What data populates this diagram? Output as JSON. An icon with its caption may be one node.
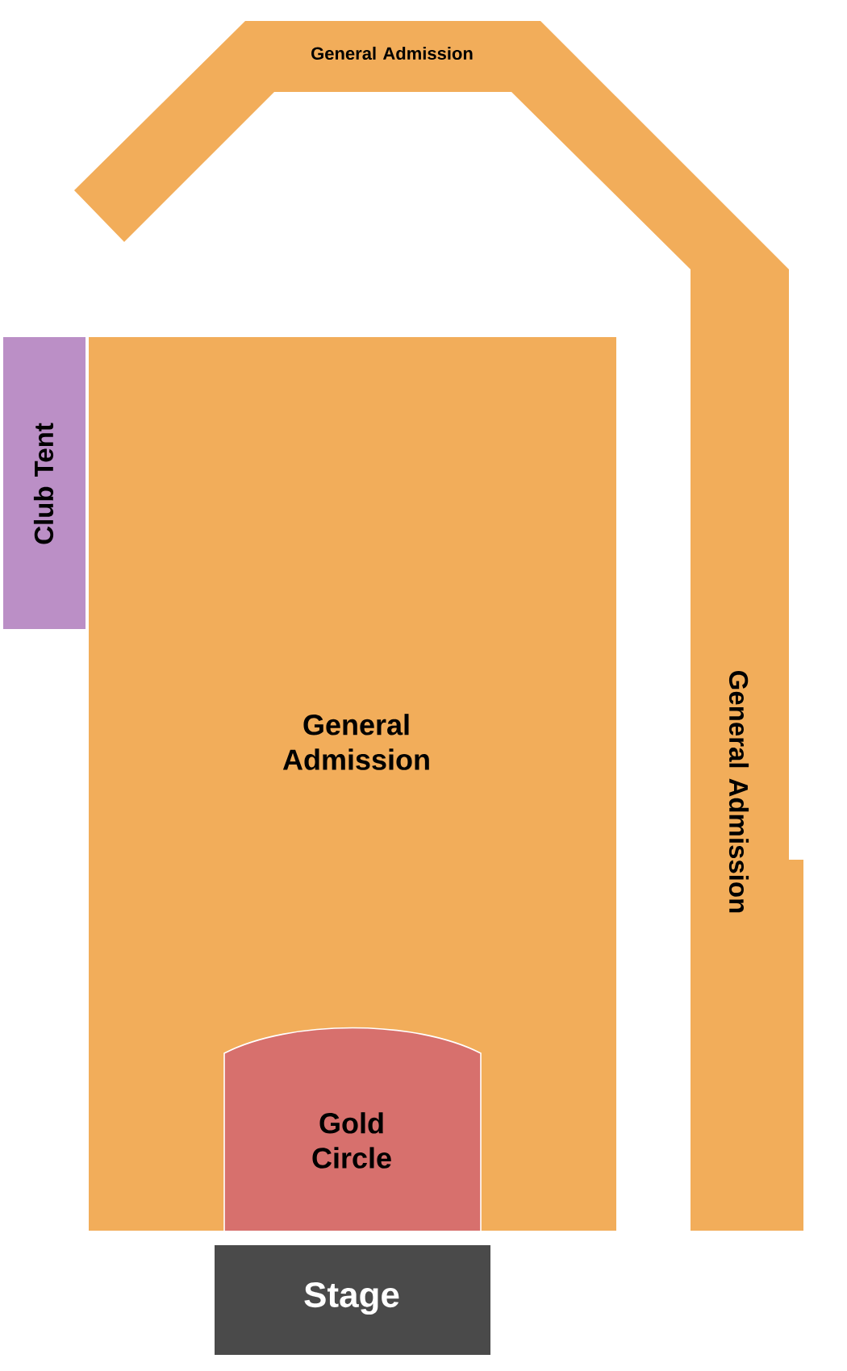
{
  "diagram": {
    "nodes": [
      {
        "text": [
          "General Admission"
        ]
      },
      {
        "text": [
          "General Admission"
        ]
      },
      {
        "text": [
          "Club Tent"
        ]
      },
      {
        "text": [
          "General Admission"
        ]
      },
      {
        "text": [
          "Gold Circle"
        ],
        "in": 3
      },
      {
        "text": [
          "Stage"
        ]
      }
    ]
  }
}
